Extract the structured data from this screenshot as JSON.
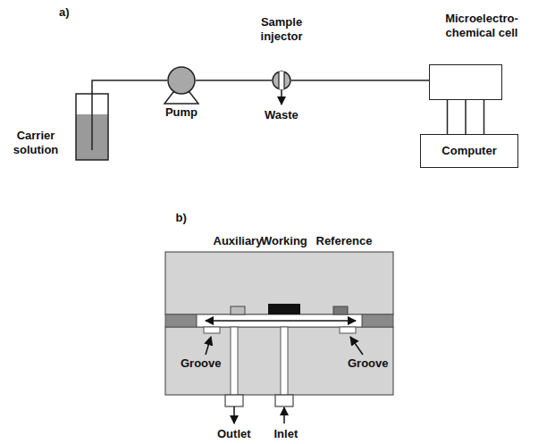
{
  "diagram": {
    "nodes": [
      {
        "text": [
          "Carrier solution"
        ]
      },
      {
        "text": [
          "Pump"
        ]
      },
      {
        "text": [
          "Sample injector"
        ]
      },
      {
        "text": [
          "Microelectro-chemical cell"
        ]
      },
      {
        "text": [
          "Computer"
        ]
      }
    ],
    "edges": [
      {
        "from": 0,
        "to": 1,
        "arrow": "none"
      },
      {
        "from": 1,
        "to": 2,
        "arrow": "none"
      },
      {
        "from": 2,
        "to": 3,
        "arrow": "none"
      },
      {
        "from": 3,
        "to": 4,
        "arrow": "none"
      },
      {
        "from": 3,
        "to": 4,
        "arrow": "none"
      },
      {
        "from": 3,
        "to": 4,
        "arrow": "none"
      }
    ],
    "labels": [
      "a)",
      "b)",
      "Waste",
      "Auxiliary",
      "Working",
      "Reference",
      "Groove",
      "Groove",
      "Outlet",
      "Inlet"
    ]
  }
}
